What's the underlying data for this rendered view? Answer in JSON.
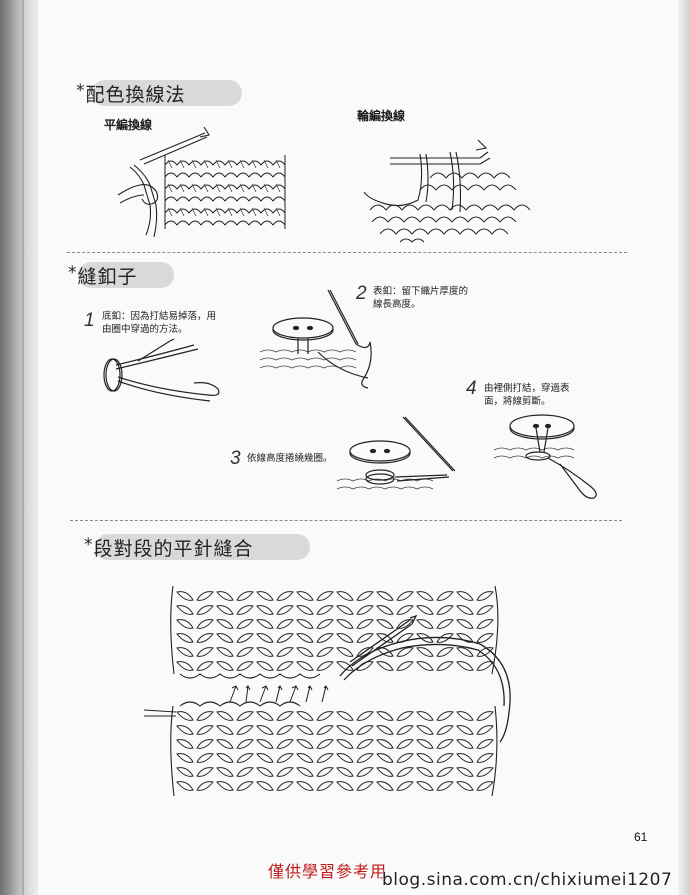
{
  "sections": {
    "color_change": {
      "title": "配色換線法",
      "flat_label": "平編換線",
      "round_label": "輪編換線"
    },
    "buttons": {
      "title": "縫釦子",
      "steps": [
        {
          "num": "1",
          "text_line1": "底釦：因為打結易掉落，用",
          "text_line2": "由圈中穿過的方法。"
        },
        {
          "num": "2",
          "text_line1": "表釦：留下織片厚度的",
          "text_line2": "線長高度。"
        },
        {
          "num": "3",
          "text_line1": "依線高度捲繞幾圈。",
          "text_line2": ""
        },
        {
          "num": "4",
          "text_line1": "由裡側打結，穿過表",
          "text_line2": "面，將線剪斷。"
        }
      ]
    },
    "seam": {
      "title": "段對段的平針縫合"
    }
  },
  "page_number": "61",
  "stamp": "僅供學習參考用",
  "watermark": "blog.sina.com.cn/chixiumei1207"
}
